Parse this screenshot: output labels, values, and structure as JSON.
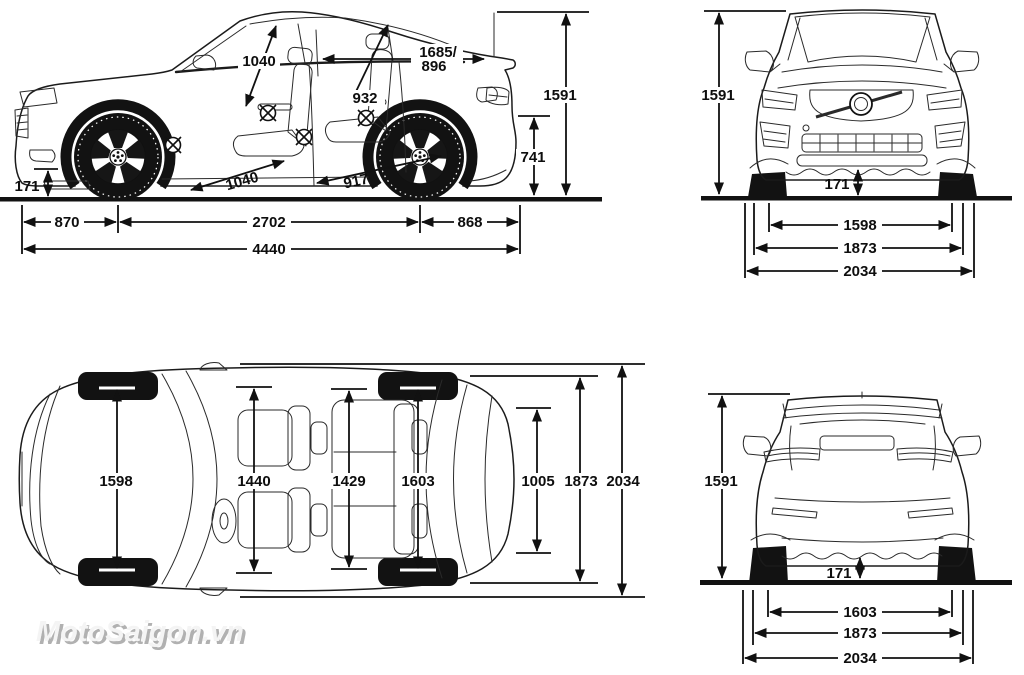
{
  "watermark": "MotoSaigon.vn",
  "side_view": {
    "front_headroom": "1040",
    "rear_headroom": "932",
    "trunk_length_upper": "1685/",
    "trunk_length_lower": "896",
    "front_legroom": "1040",
    "rear_legroom": "917",
    "ground_clearance": "171",
    "overall_height": "1591",
    "load_floor_height": "741",
    "front_overhang": "870",
    "wheelbase": "2702",
    "rear_overhang": "868",
    "overall_length": "4440"
  },
  "front_view": {
    "overall_height": "1591",
    "ground_clearance": "171",
    "front_track": "1598",
    "body_width": "1873",
    "width_incl_mirrors": "2034"
  },
  "top_view": {
    "front_track": "1598",
    "front_shoulder_width": "1440",
    "rear_shoulder_width": "1429",
    "rear_track": "1603",
    "rear_opening_width": "1005",
    "body_width": "1873",
    "width_incl_mirrors": "2034"
  },
  "rear_view": {
    "overall_height": "1591",
    "ground_clearance": "171",
    "rear_track": "1603",
    "body_width": "1873",
    "width_incl_mirrors": "2034"
  }
}
